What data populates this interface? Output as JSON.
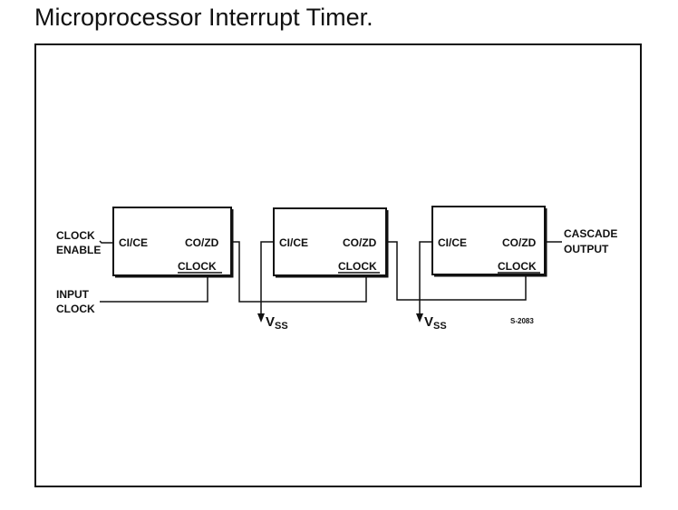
{
  "title": "Microprocessor Interrupt Timer.",
  "inputs": {
    "clock_enable": [
      "CLOCK",
      "ENABLE"
    ],
    "input_clock": [
      "INPUT",
      "CLOCK"
    ]
  },
  "output": [
    "CASCADE",
    "OUTPUT"
  ],
  "blocks": [
    {
      "ci": "CI/CE",
      "co": "CO/ZD",
      "clock": "CLOCK"
    },
    {
      "ci": "CI/CE",
      "co": "CO/ZD",
      "clock": "CLOCK"
    },
    {
      "ci": "CI/CE",
      "co": "CO/ZD",
      "clock": "CLOCK"
    }
  ],
  "vss": [
    {
      "main": "V",
      "sub": "SS"
    },
    {
      "main": "V",
      "sub": "SS"
    }
  ],
  "figure_code": "S-2083"
}
